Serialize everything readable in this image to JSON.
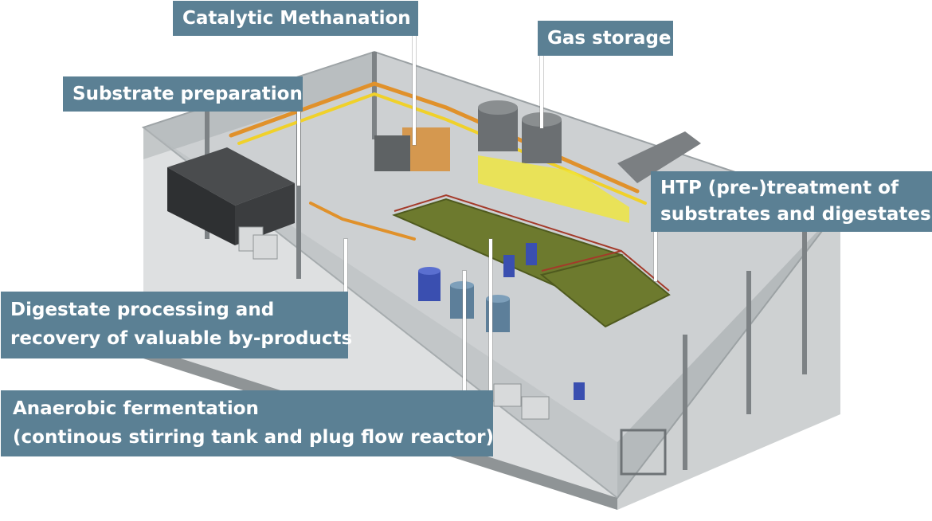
{
  "labels": {
    "catalytic_methanation": "Catalytic Methanation",
    "gas_storage": "Gas storage",
    "substrate_preparation": "Substrate preparation",
    "htp_line1": "HTP (pre-)treatment of",
    "htp_line2": "substrates and digestates",
    "digestate_line1": "Digestate processing and",
    "digestate_line2": "recovery of valuable by-products",
    "anaerobic_line1": "Anaerobic fermentation",
    "anaerobic_line2": "(continous stirring tank and plug flow reactor)"
  },
  "colors": {
    "callout_background": "#5b8094",
    "callout_text": "#ffffff",
    "hall_floor": "#c9ccce",
    "hall_wall": "#8f9496",
    "platform_green": "#6d7a2e",
    "pipe_yellow": "#f0d12a",
    "pipe_orange": "#e0912b",
    "tank_blue": "#3a4fb0"
  }
}
